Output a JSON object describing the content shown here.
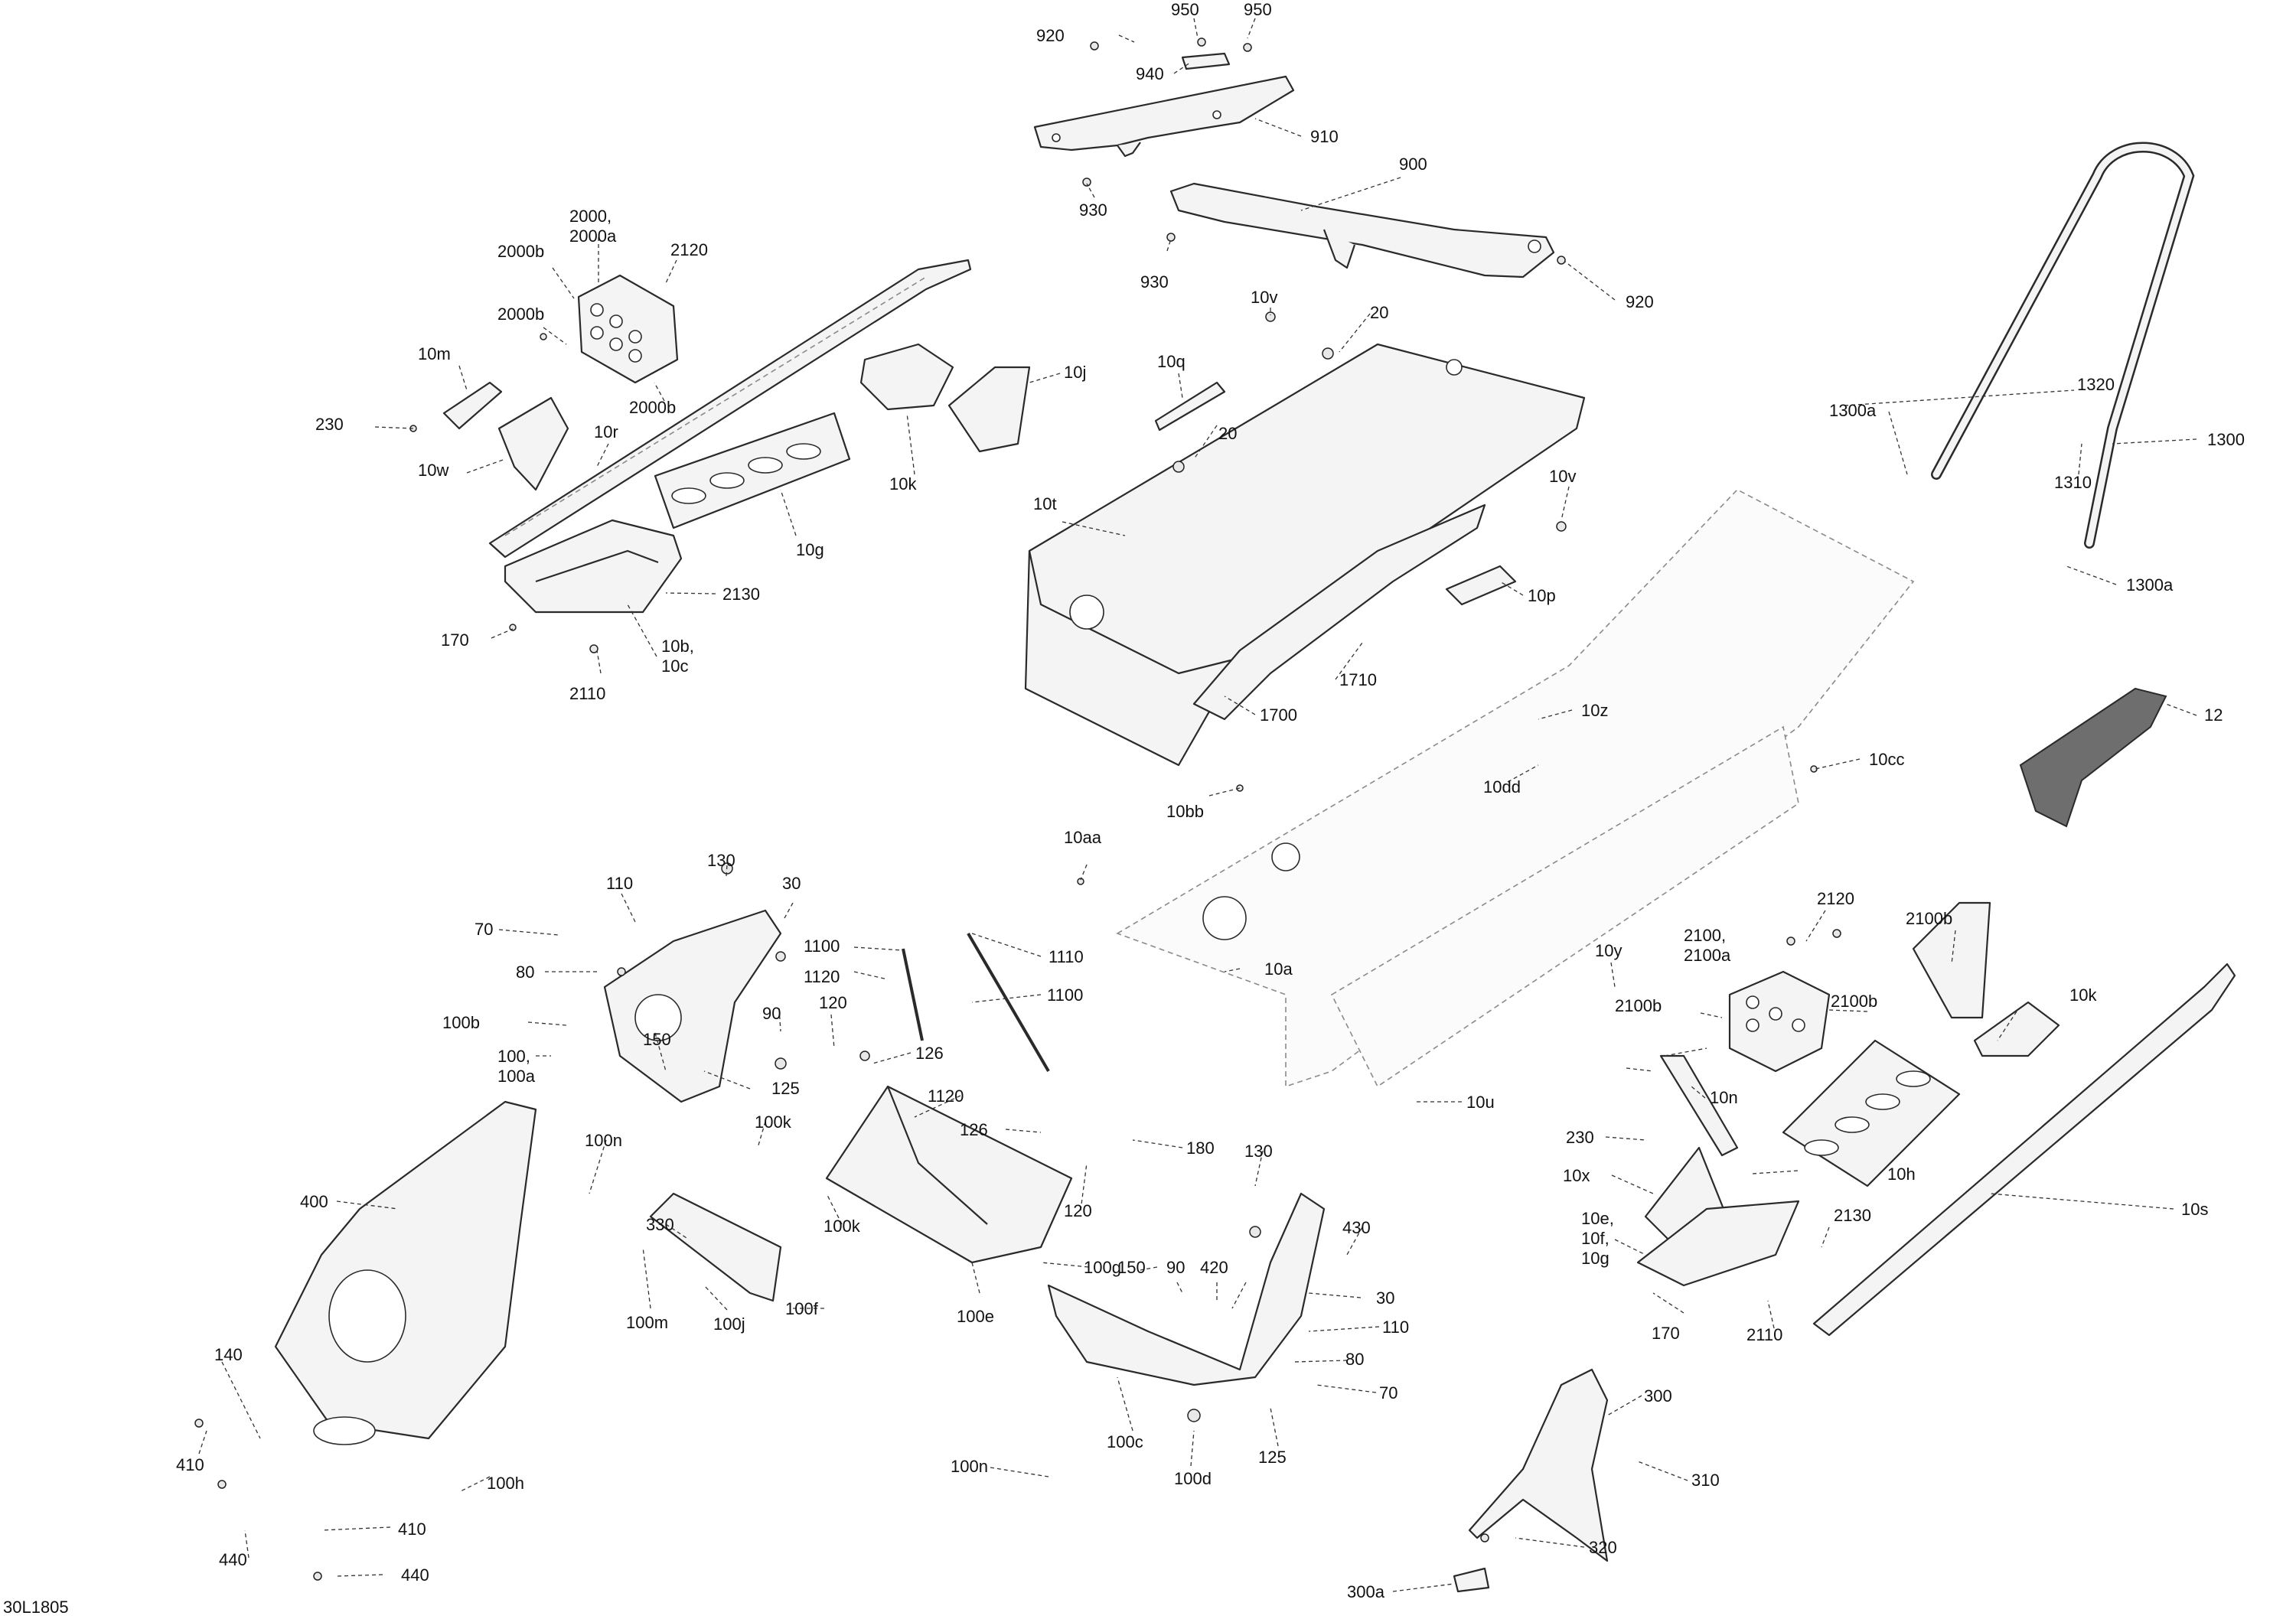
{
  "diagram_code": "30L1805",
  "labels": [
    {
      "id": "920a",
      "text": "920"
    },
    {
      "id": "950a",
      "text": "950"
    },
    {
      "id": "950b",
      "text": "950"
    },
    {
      "id": "940",
      "text": "940"
    },
    {
      "id": "910",
      "text": "910"
    },
    {
      "id": "900",
      "text": "900"
    },
    {
      "id": "930a",
      "text": "930"
    },
    {
      "id": "930b",
      "text": "930"
    },
    {
      "id": "920b",
      "text": "920"
    },
    {
      "id": "2000_l1",
      "text": "2000,"
    },
    {
      "id": "2000_l2",
      "text": "2000a"
    },
    {
      "id": "2000b_a",
      "text": "2000b"
    },
    {
      "id": "2120a",
      "text": "2120"
    },
    {
      "id": "2000b_b",
      "text": "2000b"
    },
    {
      "id": "2000b_c",
      "text": "2000b"
    },
    {
      "id": "10m",
      "text": "10m"
    },
    {
      "id": "230a",
      "text": "230"
    },
    {
      "id": "10r",
      "text": "10r"
    },
    {
      "id": "10w",
      "text": "10w"
    },
    {
      "id": "10j",
      "text": "10j"
    },
    {
      "id": "10k_a",
      "text": "10k"
    },
    {
      "id": "10g_a",
      "text": "10g"
    },
    {
      "id": "2130a",
      "text": "2130"
    },
    {
      "id": "170a",
      "text": "170"
    },
    {
      "id": "10b_l1",
      "text": "10b,"
    },
    {
      "id": "10b_l2",
      "text": "10c"
    },
    {
      "id": "2110a",
      "text": "2110"
    },
    {
      "id": "10v_a",
      "text": "10v"
    },
    {
      "id": "20a",
      "text": "20"
    },
    {
      "id": "10q",
      "text": "10q"
    },
    {
      "id": "20b",
      "text": "20"
    },
    {
      "id": "10t",
      "text": "10t"
    },
    {
      "id": "10v_b",
      "text": "10v"
    },
    {
      "id": "10p",
      "text": "10p"
    },
    {
      "id": "1710",
      "text": "1710"
    },
    {
      "id": "1700",
      "text": "1700"
    },
    {
      "id": "10z",
      "text": "10z"
    },
    {
      "id": "10bb",
      "text": "10bb"
    },
    {
      "id": "10dd",
      "text": "10dd"
    },
    {
      "id": "10cc",
      "text": "10cc"
    },
    {
      "id": "1300a_a",
      "text": "1300a"
    },
    {
      "id": "1320",
      "text": "1320"
    },
    {
      "id": "1300",
      "text": "1300"
    },
    {
      "id": "1310",
      "text": "1310"
    },
    {
      "id": "1300a_b",
      "text": "1300a"
    },
    {
      "id": "12",
      "text": "12"
    },
    {
      "id": "10aa",
      "text": "10aa"
    },
    {
      "id": "130a",
      "text": "130"
    },
    {
      "id": "110a",
      "text": "110"
    },
    {
      "id": "30a",
      "text": "30"
    },
    {
      "id": "70a",
      "text": "70"
    },
    {
      "id": "80a",
      "text": "80"
    },
    {
      "id": "1100a",
      "text": "1100"
    },
    {
      "id": "1110",
      "text": "1110"
    },
    {
      "id": "1120a",
      "text": "1120"
    },
    {
      "id": "100b",
      "text": "100b"
    },
    {
      "id": "120a",
      "text": "120"
    },
    {
      "id": "90a",
      "text": "90"
    },
    {
      "id": "150a",
      "text": "150"
    },
    {
      "id": "100_l1",
      "text": "100,"
    },
    {
      "id": "100_l2",
      "text": "100a"
    },
    {
      "id": "1100b",
      "text": "1100"
    },
    {
      "id": "126a",
      "text": "126"
    },
    {
      "id": "125a",
      "text": "125"
    },
    {
      "id": "10a",
      "text": "10a"
    },
    {
      "id": "1120b",
      "text": "1120"
    },
    {
      "id": "126b",
      "text": "126"
    },
    {
      "id": "100n_a",
      "text": "100n"
    },
    {
      "id": "100k_a",
      "text": "100k"
    },
    {
      "id": "400",
      "text": "400"
    },
    {
      "id": "330",
      "text": "330"
    },
    {
      "id": "180",
      "text": "180"
    },
    {
      "id": "130b",
      "text": "130"
    },
    {
      "id": "430",
      "text": "430"
    },
    {
      "id": "120b",
      "text": "120"
    },
    {
      "id": "100k_b",
      "text": "100k"
    },
    {
      "id": "150b",
      "text": "150"
    },
    {
      "id": "90b",
      "text": "90"
    },
    {
      "id": "420",
      "text": "420"
    },
    {
      "id": "100g",
      "text": "100g"
    },
    {
      "id": "30b",
      "text": "30"
    },
    {
      "id": "100f",
      "text": "100f"
    },
    {
      "id": "100e",
      "text": "100e"
    },
    {
      "id": "110b",
      "text": "110"
    },
    {
      "id": "100m",
      "text": "100m"
    },
    {
      "id": "100j",
      "text": "100j"
    },
    {
      "id": "80b",
      "text": "80"
    },
    {
      "id": "70b",
      "text": "70"
    },
    {
      "id": "140",
      "text": "140"
    },
    {
      "id": "100c",
      "text": "100c"
    },
    {
      "id": "125b",
      "text": "125"
    },
    {
      "id": "100d",
      "text": "100d"
    },
    {
      "id": "100n_b",
      "text": "100n"
    },
    {
      "id": "410a",
      "text": "410"
    },
    {
      "id": "100h",
      "text": "100h"
    },
    {
      "id": "410b",
      "text": "410"
    },
    {
      "id": "440a",
      "text": "440"
    },
    {
      "id": "440b",
      "text": "440"
    },
    {
      "id": "10y",
      "text": "10y"
    },
    {
      "id": "2120b",
      "text": "2120"
    },
    {
      "id": "2100_l1",
      "text": "2100,"
    },
    {
      "id": "2100_l2",
      "text": "2100a"
    },
    {
      "id": "2100b_a",
      "text": "2100b"
    },
    {
      "id": "10k_b",
      "text": "10k"
    },
    {
      "id": "2100b_b",
      "text": "2100b"
    },
    {
      "id": "2100b_c",
      "text": "2100b"
    },
    {
      "id": "10n",
      "text": "10n"
    },
    {
      "id": "10u",
      "text": "10u"
    },
    {
      "id": "230b",
      "text": "230"
    },
    {
      "id": "10h",
      "text": "10h"
    },
    {
      "id": "10x",
      "text": "10x"
    },
    {
      "id": "10s",
      "text": "10s"
    },
    {
      "id": "10e_l1",
      "text": "10e,"
    },
    {
      "id": "10e_l2",
      "text": "10f,"
    },
    {
      "id": "10e_l3",
      "text": "10g"
    },
    {
      "id": "2130b",
      "text": "2130"
    },
    {
      "id": "170b",
      "text": "170"
    },
    {
      "id": "2110b",
      "text": "2110"
    },
    {
      "id": "300",
      "text": "300"
    },
    {
      "id": "310",
      "text": "310"
    },
    {
      "id": "320",
      "text": "320"
    },
    {
      "id": "300a",
      "text": "300a"
    }
  ]
}
